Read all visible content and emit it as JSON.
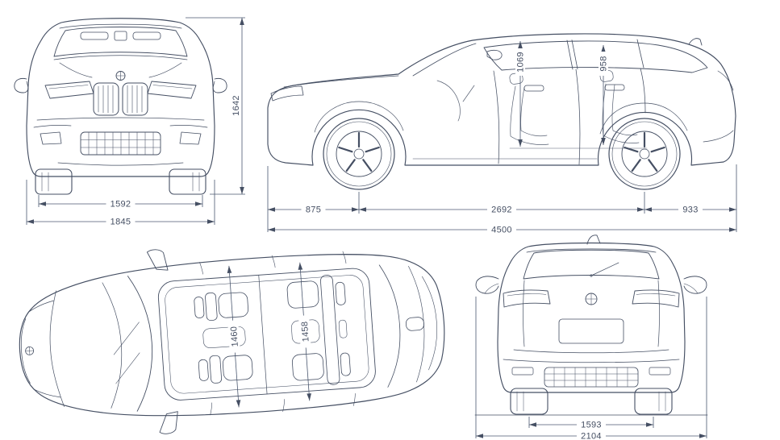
{
  "colors": {
    "line": "#454f63",
    "background": "#ffffff"
  },
  "views": {
    "front": {
      "dims": {
        "track_width": "1592",
        "overall_width": "1845",
        "overall_height": "1642"
      }
    },
    "side": {
      "dims": {
        "front_interior_height": "1069",
        "rear_interior_height": "958",
        "front_overhang": "875",
        "wheelbase": "2692",
        "rear_overhang": "933",
        "overall_length": "4500"
      }
    },
    "top": {
      "dims": {
        "front_interior_width": "1460",
        "rear_interior_width": "1458"
      }
    },
    "rear": {
      "dims": {
        "rear_track_width": "1593",
        "width_incl_mirrors": "2104"
      }
    }
  }
}
